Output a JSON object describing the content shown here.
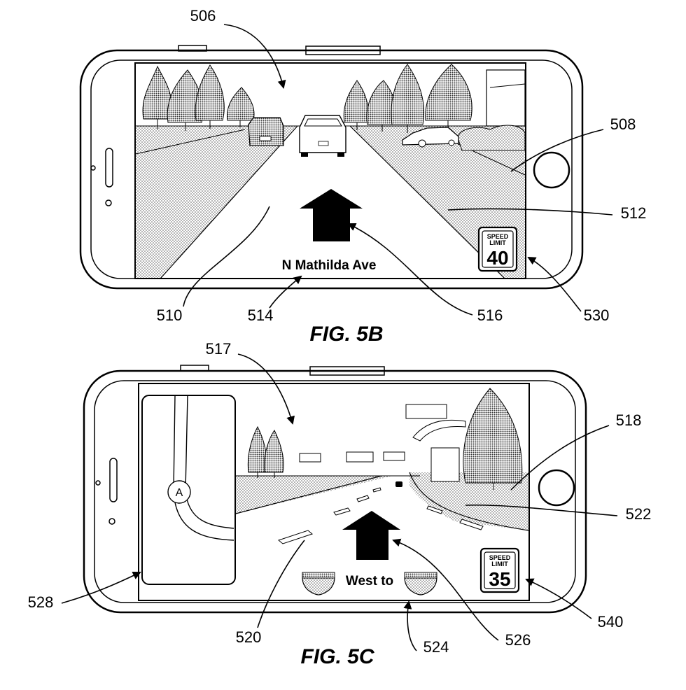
{
  "figures": [
    {
      "caption": "FIG. 5B",
      "street_name": "N Mathilda Ave",
      "speed_limit": {
        "line1": "SPEED",
        "line2": "LIMIT",
        "value": "40"
      },
      "refs": [
        "506",
        "508",
        "512",
        "510",
        "514",
        "516",
        "530"
      ]
    },
    {
      "caption": "FIG. 5C",
      "instruction": "West to",
      "map_marker": "A",
      "speed_limit": {
        "line1": "SPEED",
        "line2": "LIMIT",
        "value": "35"
      },
      "refs": [
        "517",
        "518",
        "522",
        "528",
        "520",
        "524",
        "526",
        "540"
      ]
    }
  ]
}
